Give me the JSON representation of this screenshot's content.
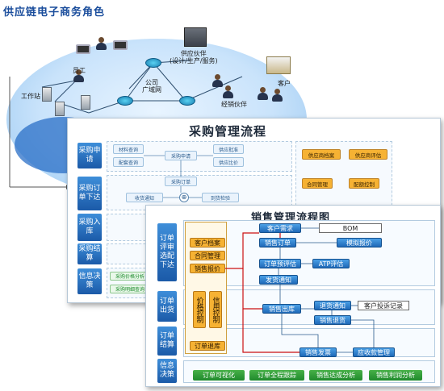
{
  "page_title": "供应链电子商务角色",
  "network": {
    "employee_label": "员工",
    "workspace_label": "工作站",
    "company_label": "公司\n广域网",
    "supplier_label": "供应伙伴\n(设计/生产/服务)",
    "customer_label": "客户",
    "distributor_label": "经销伙伴"
  },
  "purchase": {
    "title": "采购管理流程",
    "stages": [
      "采购申请",
      "采购订单下达",
      "采购入库",
      "采购结算",
      "信息决策"
    ],
    "cells": [
      "材料查询",
      "配套查询",
      "采购申请",
      "供应批准",
      "供应比价",
      "采购订单",
      "收货通知",
      "到货检验",
      "采购价格分析",
      "采购明细查询"
    ],
    "right_boxes": [
      "供应商档案",
      "供应商评估",
      "合同管理",
      "配额控制"
    ]
  },
  "sales": {
    "title": "销售管理流程图",
    "stages": [
      "订单评审选配下达",
      "订单出货",
      "订单结算",
      "信息决策"
    ],
    "left_orange": [
      "客户档案",
      "合同管理",
      "销售报价"
    ],
    "vertical_orange": [
      "价格控制",
      "信用控制"
    ],
    "return_box": "订单退库",
    "flow": {
      "customer_need": "客户需求",
      "bom": "BOM",
      "sales_order": "销售订单",
      "simulated_quote": "模拟报价",
      "order_estimate": "订单预评估",
      "atp": "ATP评估",
      "ship_notice": "发货通知",
      "sales_out": "销售出库",
      "return_notice": "退货通知",
      "complaint": "客户投诉记录",
      "sales_return": "销售退货",
      "sales_invoice": "销售发票",
      "receivable": "应收款管理"
    },
    "green_boxes": [
      "订单可视化",
      "订单全程跟踪",
      "销售达成分析",
      "销售利润分析"
    ]
  }
}
